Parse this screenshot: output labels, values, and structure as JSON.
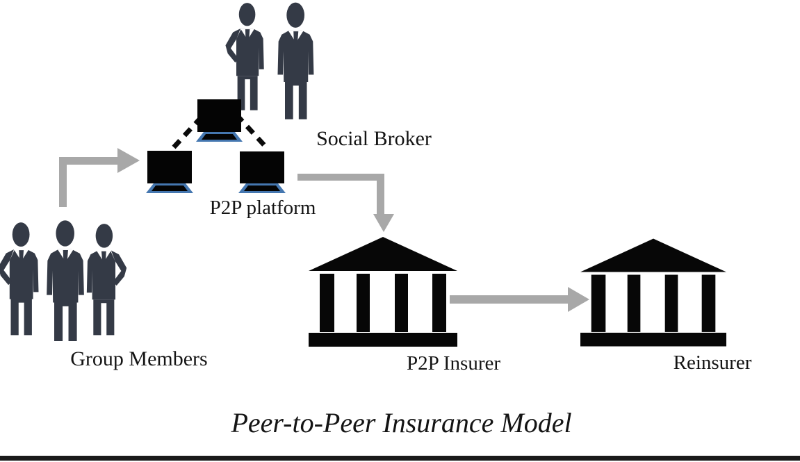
{
  "title": "Peer-to-Peer Insurance Model",
  "nodes": {
    "social_broker": {
      "label": "Social Broker",
      "icon": "two-businessmen-icon"
    },
    "p2p_platform": {
      "label": "P2P platform",
      "icon": "three-networked-monitors-icon"
    },
    "group_members": {
      "label": "Group Members",
      "icon": "three-businessmen-icon"
    },
    "p2p_insurer": {
      "label": "P2P Insurer",
      "icon": "bank-building-icon"
    },
    "reinsurer": {
      "label": "Reinsurer",
      "icon": "bank-building-icon"
    }
  },
  "flows": [
    {
      "from": "group_members",
      "to": "p2p_platform"
    },
    {
      "from": "p2p_platform",
      "to": "p2p_insurer"
    },
    {
      "from": "p2p_insurer",
      "to": "reinsurer"
    }
  ],
  "colors": {
    "figure": "#343a46",
    "monitor": "#040404",
    "stand_blue": "#4577b0",
    "dash": "#0a0a0a",
    "building": "#070707",
    "arrow": "#a8a8a8",
    "text": "#141414",
    "bottom_bar": "#1a1a1a"
  }
}
